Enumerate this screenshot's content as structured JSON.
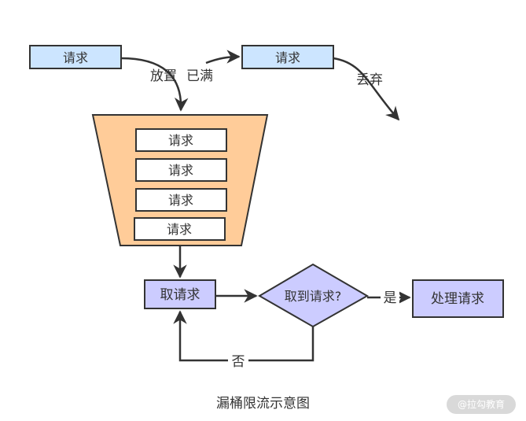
{
  "nodes": {
    "incoming_request": "请求",
    "overflow_request": "请求",
    "bucket_requests": [
      "请求",
      "请求",
      "请求",
      "请求"
    ],
    "take_request": "取请求",
    "decision": "取到请求?",
    "process_request": "处理请求"
  },
  "edges": {
    "put_in": "放置",
    "full": "已满",
    "discard": "丢弃",
    "yes": "是",
    "no": "否"
  },
  "caption": "漏桶限流示意图",
  "watermark": "@拉勾教育",
  "colors": {
    "request_blue": "#cce5ff",
    "bucket_orange": "#ffcc99",
    "process_purple": "#ccccff",
    "stroke": "#333333"
  }
}
